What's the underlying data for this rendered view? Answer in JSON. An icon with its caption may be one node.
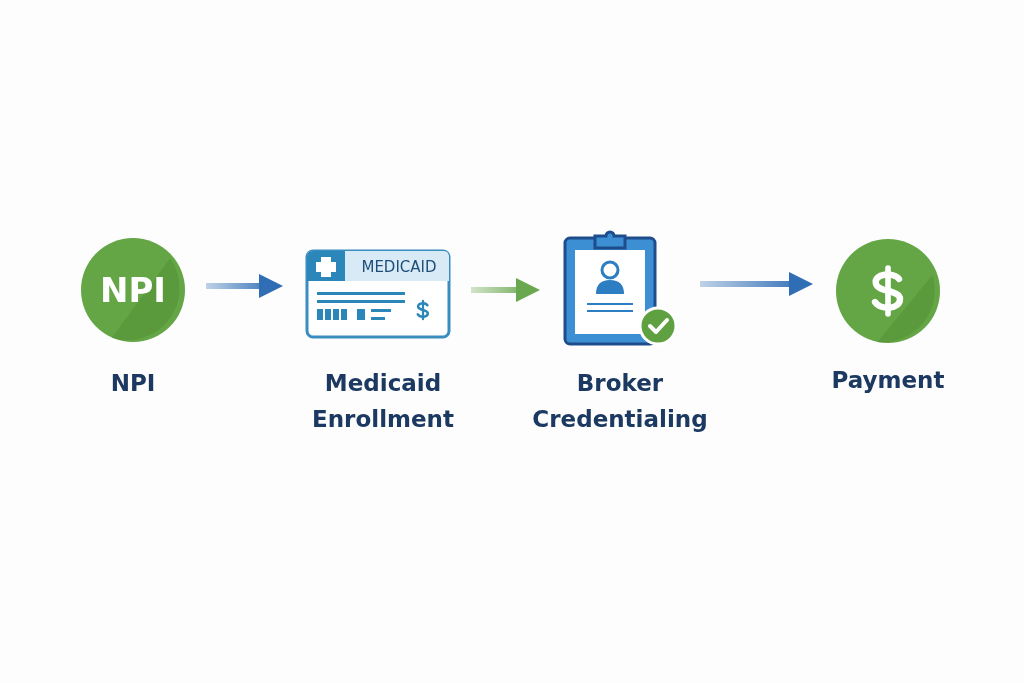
{
  "diagram": {
    "nodes": [
      {
        "text": [
          "NPI",
          "NPI"
        ]
      },
      {
        "text": [
          "MEDICAID",
          "Medicaid Enrollment"
        ]
      },
      {
        "text": [
          "Broker Credentialing"
        ]
      },
      {
        "text": [
          "Payment"
        ]
      }
    ],
    "edges": [
      {
        "from": 0,
        "to": 1,
        "arrow": "to"
      },
      {
        "from": 1,
        "to": 2,
        "arrow": "to",
        "color": "#6aa84f"
      },
      {
        "from": 2,
        "to": 3,
        "arrow": "to"
      }
    ]
  }
}
